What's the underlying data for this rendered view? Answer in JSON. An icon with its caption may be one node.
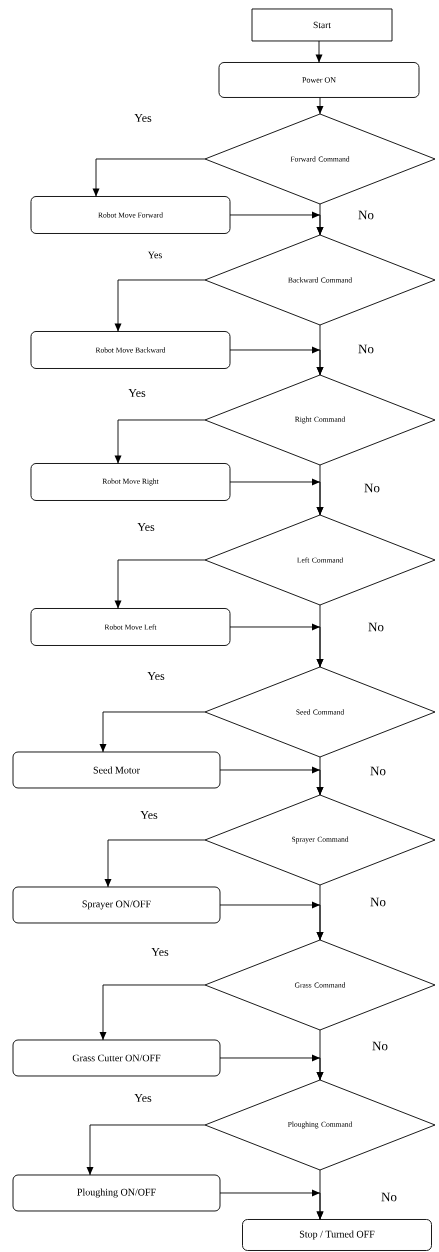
{
  "diagram": {
    "nodes": [
      {
        "text": [
          "Start"
        ]
      },
      {
        "text": [
          "Power ON"
        ]
      },
      {
        "text": [
          "Forward Command"
        ]
      },
      {
        "text": [
          "Robot Move  Forward"
        ]
      },
      {
        "text": [
          "Backward Command"
        ]
      },
      {
        "text": [
          "Robot Move  Backward"
        ]
      },
      {
        "text": [
          "Right Command"
        ]
      },
      {
        "text": [
          "Robot Move  Right"
        ]
      },
      {
        "text": [
          "Left Command"
        ]
      },
      {
        "text": [
          "Robot Move  Left"
        ]
      },
      {
        "text": [
          "Seed Command"
        ]
      },
      {
        "text": [
          "Seed Motor"
        ]
      },
      {
        "text": [
          "Sprayer Command"
        ]
      },
      {
        "text": [
          "Sprayer ON/OFF"
        ]
      },
      {
        "text": [
          "Grass Command"
        ]
      },
      {
        "text": [
          "Grass Cutter ON/OFF"
        ]
      },
      {
        "text": [
          "Ploughing Command"
        ]
      },
      {
        "text": [
          "Ploughing ON/OFF"
        ]
      },
      {
        "text": [
          "Stop / Turned OFF"
        ]
      }
    ],
    "edges": [
      {
        "from": 0,
        "to": 1,
        "arrow": "to"
      },
      {
        "from": 1,
        "to": 2,
        "arrow": "to"
      },
      {
        "from": 2,
        "to": 3,
        "arrow": "to",
        "label": "Yes"
      },
      {
        "from": 2,
        "to": 4,
        "arrow": "to",
        "label": "No"
      },
      {
        "from": 3,
        "to": 4,
        "arrow": "to"
      },
      {
        "from": 4,
        "to": 5,
        "arrow": "to",
        "label": "Yes"
      },
      {
        "from": 4,
        "to": 6,
        "arrow": "to",
        "label": "No"
      },
      {
        "from": 5,
        "to": 6,
        "arrow": "to"
      },
      {
        "from": 6,
        "to": 7,
        "arrow": "to",
        "label": "Yes"
      },
      {
        "from": 6,
        "to": 8,
        "arrow": "to",
        "label": "No"
      },
      {
        "from": 7,
        "to": 8,
        "arrow": "to"
      },
      {
        "from": 8,
        "to": 9,
        "arrow": "to",
        "label": "Yes"
      },
      {
        "from": 8,
        "to": 10,
        "arrow": "to",
        "label": "No"
      },
      {
        "from": 9,
        "to": 10,
        "arrow": "to"
      },
      {
        "from": 10,
        "to": 11,
        "arrow": "to",
        "label": "Yes"
      },
      {
        "from": 10,
        "to": 12,
        "arrow": "to",
        "label": "No"
      },
      {
        "from": 11,
        "to": 12,
        "arrow": "to"
      },
      {
        "from": 12,
        "to": 13,
        "arrow": "to",
        "label": "Yes"
      },
      {
        "from": 12,
        "to": 14,
        "arrow": "to",
        "label": "No"
      },
      {
        "from": 13,
        "to": 14,
        "arrow": "to"
      },
      {
        "from": 14,
        "to": 15,
        "arrow": "to",
        "label": "Yes"
      },
      {
        "from": 14,
        "to": 16,
        "arrow": "to",
        "label": "No"
      },
      {
        "from": 15,
        "to": 16,
        "arrow": "to"
      },
      {
        "from": 16,
        "to": 17,
        "arrow": "to",
        "label": "Yes"
      },
      {
        "from": 16,
        "to": 18,
        "arrow": "to",
        "label": "No"
      },
      {
        "from": 17,
        "to": 18,
        "arrow": "to"
      }
    ]
  }
}
